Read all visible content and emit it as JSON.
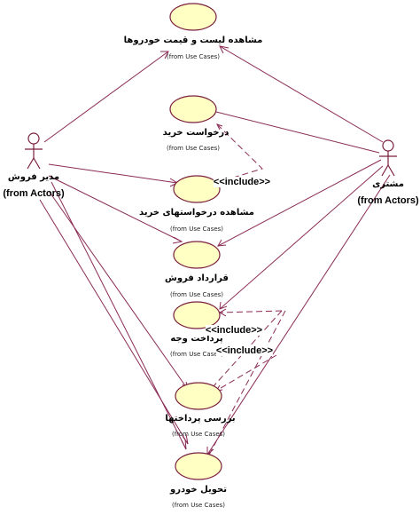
{
  "actors": [
    {
      "id": "sales-manager",
      "name": "مدیر فروش",
      "from": "(from Actors)"
    },
    {
      "id": "customer",
      "name": "مشتری",
      "from": "(from Actors)"
    }
  ],
  "use_cases": [
    {
      "id": "view-car-prices",
      "name": "مشاهده لیست و قیمت خودروها",
      "from": "(from Use Cases)"
    },
    {
      "id": "purchase-request",
      "name": "درخواست خرید",
      "from": "(from Use Cases)"
    },
    {
      "id": "view-purchase-requests",
      "name": "مشاهده درخواستهای خرید",
      "from": "(from Use Cases)"
    },
    {
      "id": "sales-contract",
      "name": "قرارداد فروش",
      "from": "(from Use Cases)"
    },
    {
      "id": "payment",
      "name": "پرداخت وجه",
      "from": "(from Use Cases)"
    },
    {
      "id": "review-payments",
      "name": "بررسی پرداختها",
      "from": "(from Use Cases)"
    },
    {
      "id": "car-delivery",
      "name": "تحویل خودرو",
      "from": "(from Use Cases)"
    }
  ],
  "relations": [
    {
      "label": "<<include>>"
    },
    {
      "label": "<<include>>"
    },
    {
      "label": "<<include>>"
    }
  ]
}
